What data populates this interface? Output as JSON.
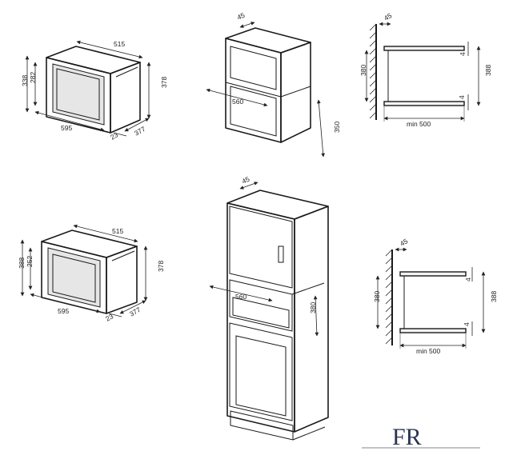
{
  "microwave_top": {
    "width_top": "515",
    "height_front_outer": "338",
    "height_front_inner": "282",
    "height_right": "378",
    "width_bottom": "595",
    "offset": "23",
    "depth": "377"
  },
  "cabinet_top": {
    "gap": "45",
    "depth": "560",
    "height": "350"
  },
  "side_top": {
    "gap": "45",
    "opening": "380",
    "height": "388",
    "gap_top": "4",
    "gap_bottom": "4",
    "min_depth": "min 500"
  },
  "microwave_bottom": {
    "width_top": "515",
    "height_front_outer": "388",
    "height_front_inner": "252",
    "height_right": "378",
    "width_bottom": "595",
    "offset": "23",
    "depth": "377"
  },
  "cabinet_tall": {
    "gap": "45",
    "depth": "560",
    "height": "380"
  },
  "side_bottom": {
    "gap": "45",
    "opening": "380",
    "height": "388",
    "gap_top": "4",
    "gap_bottom": "4",
    "min_depth": "min 500"
  },
  "logo": {
    "text": "FR",
    "brand_color": "#2a3550"
  }
}
